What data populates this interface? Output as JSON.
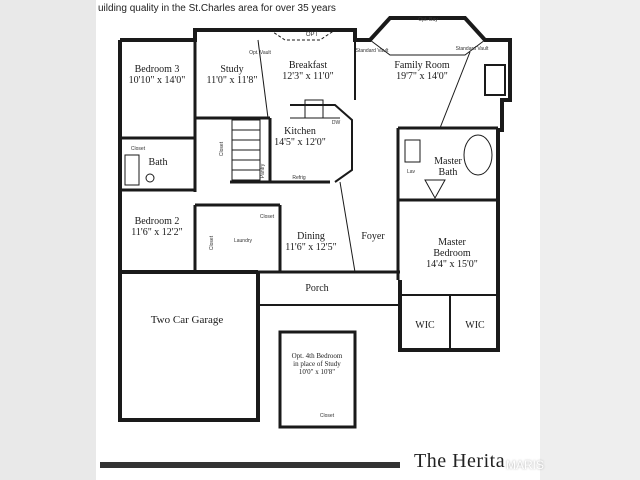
{
  "header": {
    "text": "uilding quality in the St.Charles area for over 35 years"
  },
  "rooms": {
    "bedroom3": {
      "name": "Bedroom 3",
      "dim": "10'10\" x 14'0\""
    },
    "study": {
      "name": "Study",
      "dim": "11'0\" x 11'8\""
    },
    "breakfast": {
      "name": "Breakfast",
      "dim": "12'3\" x 11'0\""
    },
    "family": {
      "name": "Family Room",
      "dim": "19'7\" x 14'0\""
    },
    "kitchen": {
      "name": "Kitchen",
      "dim": "14'5\" x 12'0\""
    },
    "bath": {
      "name": "Bath"
    },
    "master_bath": {
      "name": "Master",
      "name2": "Bath"
    },
    "bedroom2": {
      "name": "Bedroom 2",
      "dim": "11'6\" x 12'2\""
    },
    "dining": {
      "name": "Dining",
      "dim": "11'6\" x 12'5\""
    },
    "foyer": {
      "name": "Foyer"
    },
    "master_bed": {
      "name": "Master",
      "name2": "Bedroom",
      "dim": "14'4\" x 15'0\""
    },
    "porch": {
      "name": "Porch"
    },
    "garage": {
      "name": "Two Car Garage"
    },
    "wic1": {
      "name": "WIC"
    },
    "wic2": {
      "name": "WIC"
    },
    "opt_bed": {
      "line1": "Opt. 4th Bedroom",
      "line2": "in place of Study",
      "dim": "10'0\" x 10'8\""
    }
  },
  "notes": {
    "opt_vault": "Opt. Vault",
    "opt": "OPT",
    "std_vault_1": "Standard Vault",
    "std_vault_2": "Standard Vault",
    "opt_bay": "Opt. Bay",
    "closet_bath": "Closet",
    "closet_stair": "Closet",
    "closet_laundry": "Closet",
    "closet_coat": "Closet",
    "closet_opt": "Closet",
    "laundry": "Laundry",
    "pantry": "Pantry",
    "refrig": "Refrig",
    "dw": "DW",
    "lav": "Lav"
  },
  "brand": {
    "text": "The Herita",
    "watermark": "MARIS"
  }
}
